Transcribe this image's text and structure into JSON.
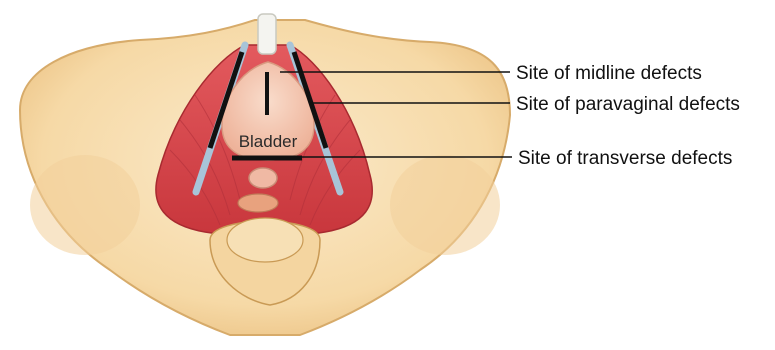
{
  "figure": {
    "organ_label": "Bladder",
    "callouts": [
      {
        "id": "midline",
        "text": "Site of midline defects"
      },
      {
        "id": "paravaginal",
        "text": "Site of paravaginal defects"
      },
      {
        "id": "transverse",
        "text": "Site of transverse defects"
      }
    ]
  },
  "colors": {
    "bone": "#f6d9a6",
    "bone_edge": "#d7ab6a",
    "muscle": "#d9464b",
    "muscle_dark": "#a82a30",
    "bladder": "#f4c7b0",
    "fascia": "#a8c4d8",
    "defect_marker": "#111111"
  }
}
